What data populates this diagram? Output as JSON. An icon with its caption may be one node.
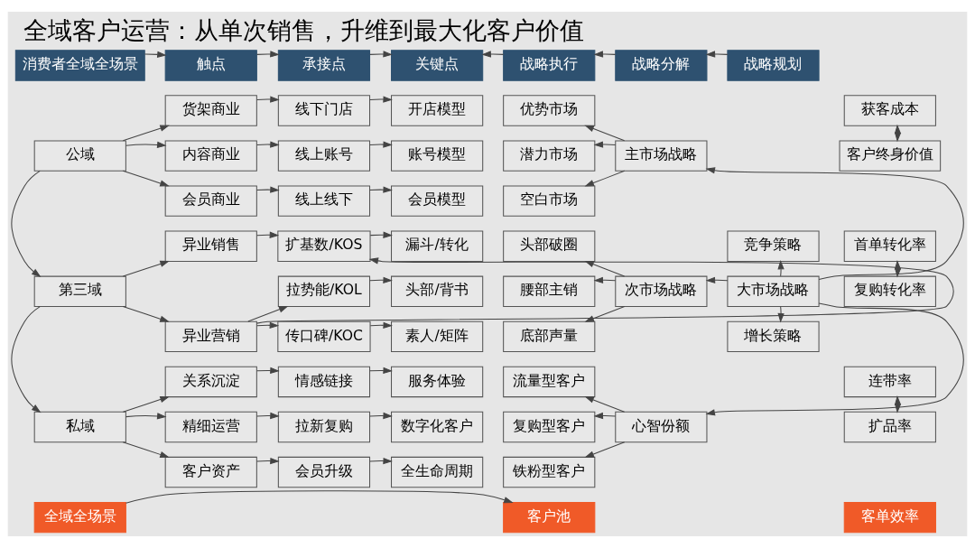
{
  "diagram": {
    "title": "全域客户运营：从单次销售，升维到最大化客户价值",
    "nodes": [
      {
        "text": [
          "消费者全域全场景"
        ]
      },
      {
        "text": [
          "触点"
        ]
      },
      {
        "text": [
          "承接点"
        ]
      },
      {
        "text": [
          "关键点"
        ]
      },
      {
        "text": [
          "战略执行"
        ]
      },
      {
        "text": [
          "战略分解"
        ]
      },
      {
        "text": [
          "战略规划"
        ]
      },
      {
        "text": [
          "公域"
        ]
      },
      {
        "text": [
          "第三域"
        ]
      },
      {
        "text": [
          "私域"
        ]
      },
      {
        "text": [
          "货架商业"
        ]
      },
      {
        "text": [
          "内容商业"
        ]
      },
      {
        "text": [
          "会员商业"
        ]
      },
      {
        "text": [
          "异业销售"
        ]
      },
      {
        "text": [
          "异业营销"
        ]
      },
      {
        "text": [
          "关系沉淀"
        ]
      },
      {
        "text": [
          "精细运营"
        ]
      },
      {
        "text": [
          "客户资产"
        ]
      },
      {
        "text": [
          "线下门店"
        ]
      },
      {
        "text": [
          "线上账号"
        ]
      },
      {
        "text": [
          "线上线下"
        ]
      },
      {
        "text": [
          "扩基数/KOS"
        ]
      },
      {
        "text": [
          "拉势能/KOL"
        ]
      },
      {
        "text": [
          "传口碑/KOC"
        ]
      },
      {
        "text": [
          "情感链接"
        ]
      },
      {
        "text": [
          "拉新复购"
        ]
      },
      {
        "text": [
          "会员升级"
        ]
      },
      {
        "text": [
          "开店模型"
        ]
      },
      {
        "text": [
          "账号模型"
        ]
      },
      {
        "text": [
          "会员模型"
        ]
      },
      {
        "text": [
          "漏斗/转化"
        ]
      },
      {
        "text": [
          "头部/背书"
        ]
      },
      {
        "text": [
          "素人/矩阵"
        ]
      },
      {
        "text": [
          "服务体验"
        ]
      },
      {
        "text": [
          "数字化客户"
        ]
      },
      {
        "text": [
          "全生命周期"
        ]
      },
      {
        "text": [
          "优势市场"
        ]
      },
      {
        "text": [
          "潜力市场"
        ]
      },
      {
        "text": [
          "空白市场"
        ]
      },
      {
        "text": [
          "头部破圈"
        ]
      },
      {
        "text": [
          "腰部主销"
        ]
      },
      {
        "text": [
          "底部声量"
        ]
      },
      {
        "text": [
          "流量型客户"
        ]
      },
      {
        "text": [
          "复购型客户"
        ]
      },
      {
        "text": [
          "铁粉型客户"
        ]
      },
      {
        "text": [
          "主市场战略"
        ]
      },
      {
        "text": [
          "次市场战略"
        ]
      },
      {
        "text": [
          "心智份额"
        ]
      },
      {
        "text": [
          "竞争策略"
        ]
      },
      {
        "text": [
          "大市场战略"
        ]
      },
      {
        "text": [
          "增长策略"
        ]
      },
      {
        "text": [
          "获客成本"
        ]
      },
      {
        "text": [
          "客户终身价值"
        ]
      },
      {
        "text": [
          "首单转化率"
        ]
      },
      {
        "text": [
          "复购转化率"
        ]
      },
      {
        "text": [
          "连带率"
        ]
      },
      {
        "text": [
          "扩品率"
        ]
      },
      {
        "text": [
          "全域全场景"
        ]
      },
      {
        "text": [
          "客户池"
        ]
      },
      {
        "text": [
          "客单效率"
        ]
      }
    ],
    "edges": [
      {
        "from": 0,
        "to": 1,
        "arrow": "to"
      },
      {
        "from": 1,
        "to": 2,
        "arrow": "to"
      },
      {
        "from": 2,
        "to": 3,
        "arrow": "to"
      },
      {
        "from": 4,
        "to": 3,
        "arrow": "to"
      },
      {
        "from": 5,
        "to": 4,
        "arrow": "to"
      },
      {
        "from": 6,
        "to": 5,
        "arrow": "to"
      },
      {
        "from": 7,
        "to": 8,
        "arrow": "to"
      },
      {
        "from": 8,
        "to": 9,
        "arrow": "to"
      },
      {
        "from": 7,
        "to": 10,
        "arrow": "to"
      },
      {
        "from": 7,
        "to": 11,
        "arrow": "to"
      },
      {
        "from": 7,
        "to": 12,
        "arrow": "to"
      },
      {
        "from": 8,
        "to": 13,
        "arrow": "to"
      },
      {
        "from": 8,
        "to": 14,
        "arrow": "to"
      },
      {
        "from": 9,
        "to": 15,
        "arrow": "to"
      },
      {
        "from": 9,
        "to": 16,
        "arrow": "to"
      },
      {
        "from": 9,
        "to": 17,
        "arrow": "to"
      },
      {
        "from": 10,
        "to": 18,
        "arrow": "to"
      },
      {
        "from": 11,
        "to": 19,
        "arrow": "to"
      },
      {
        "from": 12,
        "to": 20,
        "arrow": "to"
      },
      {
        "from": 13,
        "to": 21,
        "arrow": "to"
      },
      {
        "from": 14,
        "to": 21,
        "arrow": "to"
      },
      {
        "from": 14,
        "to": 22,
        "arrow": "to"
      },
      {
        "from": 14,
        "to": 23,
        "arrow": "to"
      },
      {
        "from": 15,
        "to": 24,
        "arrow": "to"
      },
      {
        "from": 16,
        "to": 25,
        "arrow": "to"
      },
      {
        "from": 17,
        "to": 26,
        "arrow": "to"
      },
      {
        "from": 18,
        "to": 27,
        "arrow": "to"
      },
      {
        "from": 19,
        "to": 28,
        "arrow": "to"
      },
      {
        "from": 20,
        "to": 29,
        "arrow": "to"
      },
      {
        "from": 21,
        "to": 30,
        "arrow": "to"
      },
      {
        "from": 22,
        "to": 31,
        "arrow": "to"
      },
      {
        "from": 23,
        "to": 32,
        "arrow": "to"
      },
      {
        "from": 24,
        "to": 33,
        "arrow": "to"
      },
      {
        "from": 25,
        "to": 34,
        "arrow": "to"
      },
      {
        "from": 26,
        "to": 35,
        "arrow": "to"
      },
      {
        "from": 45,
        "to": 36,
        "arrow": "to"
      },
      {
        "from": 45,
        "to": 37,
        "arrow": "to"
      },
      {
        "from": 45,
        "to": 38,
        "arrow": "to"
      },
      {
        "from": 46,
        "to": 39,
        "arrow": "to"
      },
      {
        "from": 46,
        "to": 40,
        "arrow": "to"
      },
      {
        "from": 46,
        "to": 41,
        "arrow": "to"
      },
      {
        "from": 47,
        "to": 42,
        "arrow": "to"
      },
      {
        "from": 47,
        "to": 43,
        "arrow": "to"
      },
      {
        "from": 47,
        "to": 44,
        "arrow": "to"
      },
      {
        "from": 49,
        "to": 45,
        "arrow": "to"
      },
      {
        "from": 49,
        "to": 46,
        "arrow": "to"
      },
      {
        "from": 49,
        "to": 47,
        "arrow": "to"
      },
      {
        "from": 49,
        "to": 48,
        "arrow": "to"
      },
      {
        "from": 49,
        "to": 50,
        "arrow": "to"
      },
      {
        "from": 51,
        "to": 52,
        "arrow": "both"
      },
      {
        "from": 53,
        "to": 54,
        "arrow": "both"
      },
      {
        "from": 55,
        "to": 56,
        "arrow": "both"
      },
      {
        "from": 57,
        "to": 58,
        "arrow": "to"
      }
    ]
  }
}
